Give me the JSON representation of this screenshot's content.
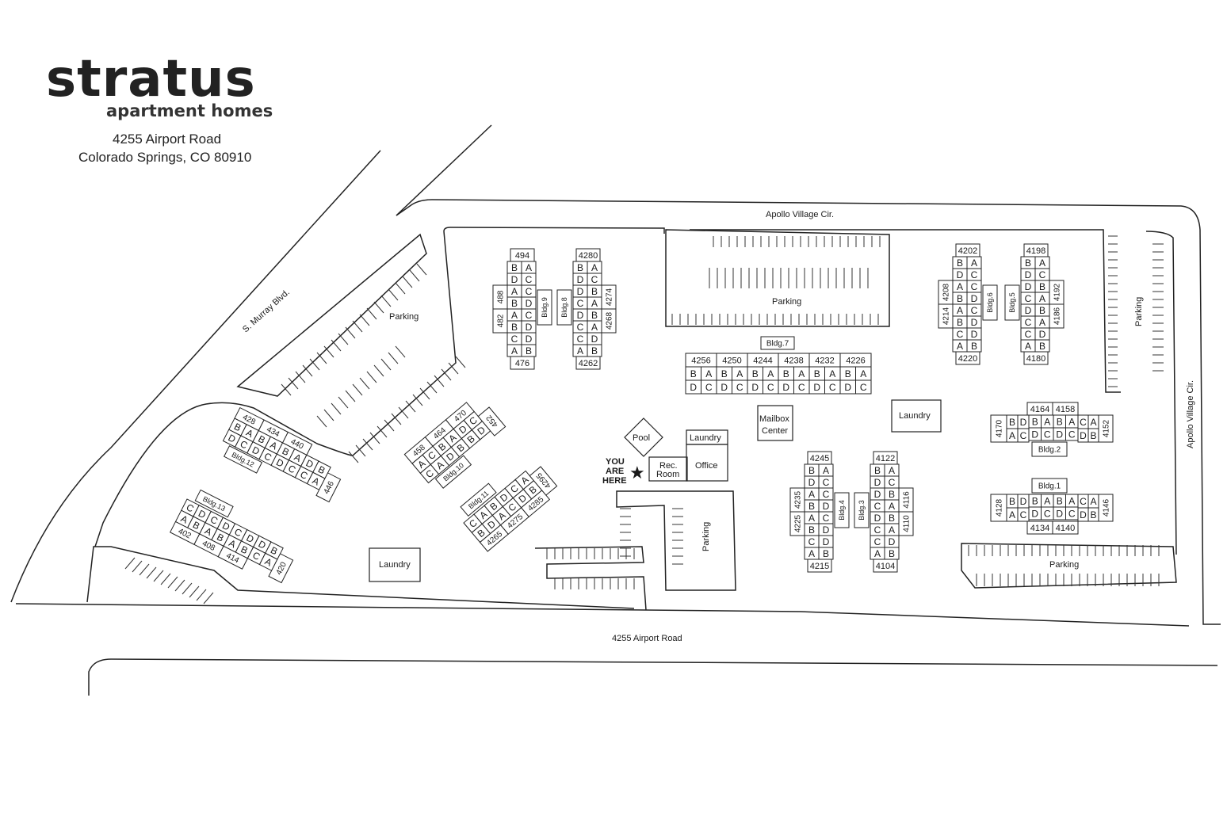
{
  "header": {
    "brand": "stratus",
    "tagline": "apartment homes",
    "address_line1": "4255 Airport Road",
    "address_line2": "Colorado Springs, CO 80910"
  },
  "streets": {
    "apollo_top": "Apollo Village Cir.",
    "apollo_side": "Apollo Village Cir.",
    "murray": "S. Murray Blvd.",
    "airport": "4255 Airport Road"
  },
  "labels": {
    "parking": "Parking",
    "laundry": "Laundry",
    "pool": "Pool",
    "rec_room": [
      "Rec.",
      "Room"
    ],
    "office": "Office",
    "mailbox": [
      "Mailbox",
      "Center"
    ],
    "you_are_here": [
      "YOU",
      "ARE",
      "HERE"
    ]
  },
  "buildings": {
    "bldg9": {
      "name": "Bldg.9",
      "top": "494",
      "bottom": "476",
      "left": [
        "488",
        "482"
      ],
      "rows": [
        [
          "B",
          "A"
        ],
        [
          "D",
          "C"
        ],
        [
          "A",
          "C"
        ],
        [
          "B",
          "D"
        ],
        [
          "A",
          "C"
        ],
        [
          "B",
          "D"
        ],
        [
          "C",
          "D"
        ],
        [
          "A",
          "B"
        ]
      ]
    },
    "bldg8": {
      "name": "Bldg.8",
      "top": "4280",
      "bottom": "4262",
      "right": [
        "4274",
        "4268"
      ],
      "rows": [
        [
          "B",
          "A"
        ],
        [
          "D",
          "C"
        ],
        [
          "D",
          "B"
        ],
        [
          "C",
          "A"
        ],
        [
          "D",
          "B"
        ],
        [
          "C",
          "A"
        ],
        [
          "C",
          "D"
        ],
        [
          "A",
          "B"
        ]
      ]
    },
    "bldg7": {
      "name": "Bldg.7",
      "nums": [
        "4256",
        "4250",
        "4244",
        "4238",
        "4232",
        "4226"
      ],
      "top": [
        "B",
        "A",
        "B",
        "A",
        "B",
        "A",
        "B",
        "A",
        "B",
        "A",
        "B",
        "A"
      ],
      "bottom": [
        "D",
        "C",
        "D",
        "C",
        "D",
        "C",
        "D",
        "C",
        "D",
        "C",
        "D",
        "C"
      ]
    },
    "bldg6": {
      "name": "Bldg.6",
      "top": "4202",
      "bottom": "4220",
      "left": [
        "4208",
        "4214"
      ],
      "rows": [
        [
          "B",
          "A"
        ],
        [
          "D",
          "C"
        ],
        [
          "A",
          "C"
        ],
        [
          "B",
          "D"
        ],
        [
          "A",
          "C"
        ],
        [
          "B",
          "D"
        ],
        [
          "C",
          "D"
        ],
        [
          "A",
          "B"
        ]
      ]
    },
    "bldg5": {
      "name": "Bldg.5",
      "top": "4198",
      "bottom": "4180",
      "right": [
        "4192",
        "4186"
      ],
      "rows": [
        [
          "B",
          "A"
        ],
        [
          "D",
          "C"
        ],
        [
          "D",
          "B"
        ],
        [
          "C",
          "A"
        ],
        [
          "D",
          "B"
        ],
        [
          "C",
          "A"
        ],
        [
          "C",
          "D"
        ],
        [
          "A",
          "B"
        ]
      ]
    },
    "bldg4": {
      "name": "Bldg.4",
      "top": "4245",
      "bottom": "4215",
      "left": [
        "4235",
        "4225"
      ],
      "rows": [
        [
          "B",
          "A"
        ],
        [
          "D",
          "C"
        ],
        [
          "A",
          "C"
        ],
        [
          "B",
          "D"
        ],
        [
          "A",
          "C"
        ],
        [
          "B",
          "D"
        ],
        [
          "C",
          "D"
        ],
        [
          "A",
          "B"
        ]
      ]
    },
    "bldg3": {
      "name": "Bldg.3",
      "top": "4122",
      "bottom": "4104",
      "right": [
        "4116",
        "4110"
      ],
      "rows": [
        [
          "B",
          "A"
        ],
        [
          "D",
          "C"
        ],
        [
          "D",
          "B"
        ],
        [
          "C",
          "A"
        ],
        [
          "D",
          "B"
        ],
        [
          "C",
          "A"
        ],
        [
          "C",
          "D"
        ],
        [
          "A",
          "B"
        ]
      ]
    },
    "bldg2": {
      "name": "Bldg.2",
      "nums": [
        "4164",
        "4158"
      ],
      "left": "4170",
      "right": "4152",
      "left_cells": [
        [
          "B",
          "D"
        ],
        [
          "A",
          "C"
        ]
      ],
      "mid_top": [
        "B",
        "A",
        "B",
        "A"
      ],
      "mid_bottom": [
        "D",
        "C",
        "D",
        "C"
      ],
      "right_cells": [
        [
          "C",
          "A"
        ],
        [
          "D",
          "B"
        ]
      ]
    },
    "bldg1": {
      "name": "Bldg.1",
      "nums": [
        "4134",
        "4140"
      ],
      "left": "4128",
      "right": "4146",
      "left_cells": [
        [
          "B",
          "D"
        ],
        [
          "A",
          "C"
        ]
      ],
      "mid_top": [
        "B",
        "A",
        "B",
        "A"
      ],
      "mid_bottom": [
        "D",
        "C",
        "D",
        "C"
      ],
      "right_cells": [
        [
          "C",
          "A"
        ],
        [
          "D",
          "B"
        ]
      ]
    },
    "bldg12": {
      "name": "Bldg.12",
      "nums": [
        "428",
        "434",
        "440"
      ],
      "end": "446",
      "top": [
        "B",
        "A",
        "B",
        "A",
        "B",
        "A",
        "D",
        "B"
      ],
      "bottom": [
        "D",
        "C",
        "D",
        "C",
        "D",
        "C",
        "C",
        "A"
      ]
    },
    "bldg13": {
      "name": "Bldg.13",
      "nums": [
        "402",
        "408",
        "414"
      ],
      "end": "420",
      "top": [
        "C",
        "D",
        "C",
        "D",
        "C",
        "D",
        "D",
        "B"
      ],
      "bottom": [
        "A",
        "B",
        "A",
        "B",
        "A",
        "B",
        "C",
        "A"
      ]
    },
    "bldg10": {
      "name": "Bldg.10",
      "nums": [
        "458",
        "464",
        "470"
      ],
      "end": "452",
      "top": [
        "A",
        "C",
        "B",
        "A",
        "D",
        "C"
      ],
      "bottom": [
        "C",
        "A",
        "D",
        "B",
        "B",
        "D"
      ]
    },
    "bldg11": {
      "name": "Bldg.11",
      "nums": [
        "4265",
        "4275",
        "4285"
      ],
      "end": "4295",
      "top": [
        "C",
        "A",
        "B",
        "D",
        "C",
        "A"
      ],
      "bottom": [
        "B",
        "D",
        "A",
        "C",
        "D",
        "B"
      ]
    }
  }
}
